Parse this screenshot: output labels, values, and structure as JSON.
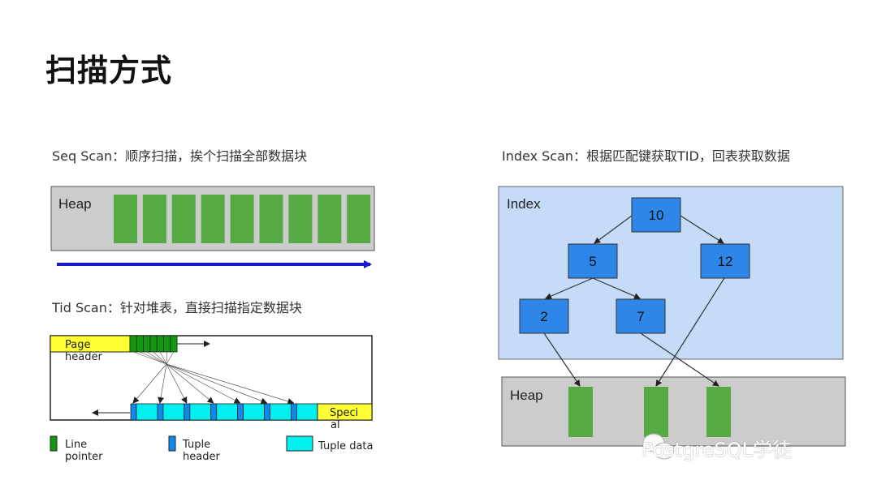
{
  "title": "扫描方式",
  "seq_scan": {
    "caption": "Seq Scan：顺序扫描，挨个扫描全部数据块",
    "heap_label": "Heap",
    "block_count": 9,
    "colors": {
      "heap_bg": "#cccccc",
      "block": "#55aa44",
      "arrow": "#1a1acc"
    }
  },
  "tid_scan": {
    "caption": "Tid Scan：针对堆表，直接扫描指定数据块",
    "page_header_label_1": "Page",
    "page_header_label_2": "header",
    "special_label_1": "Speci",
    "special_label_2": "al",
    "line_pointer_count": 7,
    "tuple_count": 7,
    "legend": [
      {
        "label_1": "Line",
        "label_2": "pointer",
        "color": "#119911"
      },
      {
        "label_1": "Tuple",
        "label_2": "header",
        "color": "#1188ee"
      },
      {
        "label_1": "Tuple data",
        "label_2": "",
        "color": "#00f0f0"
      }
    ],
    "colors": {
      "yellow": "#ffff33",
      "green": "#119911",
      "blue": "#1188ee",
      "cyan": "#00f0f0"
    }
  },
  "index_scan": {
    "caption": "Index Scan：根据匹配键获取TID，回表获取数据",
    "index_label": "Index",
    "heap_label": "Heap",
    "nodes": [
      {
        "id": "n10",
        "value": "10"
      },
      {
        "id": "n5",
        "value": "5"
      },
      {
        "id": "n12",
        "value": "12"
      },
      {
        "id": "n2",
        "value": "2"
      },
      {
        "id": "n7",
        "value": "7"
      }
    ],
    "colors": {
      "index_bg": "#c5dbf7",
      "node": "#2e86e8",
      "heap_bg": "#cccccc",
      "block": "#55aa44"
    }
  },
  "watermark": "PostgreSQL学徒"
}
